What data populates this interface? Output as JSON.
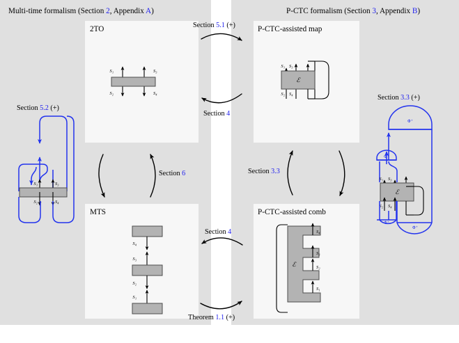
{
  "columns": {
    "left": {
      "title_prefix": "Multi-time formalism (Section ",
      "title_ref1": "2",
      "title_mid": ", Appendix ",
      "title_ref2": "A",
      "title_suffix": ")"
    },
    "right": {
      "title_prefix": "P-CTC formalism (Section ",
      "title_ref1": "3",
      "title_mid": ", Appendix ",
      "title_ref2": "B",
      "title_suffix": ")"
    }
  },
  "panels": {
    "two_to": {
      "label": "2TO"
    },
    "mts": {
      "label": "MTS"
    },
    "pctc_map": {
      "label": "P-CTC-assisted map"
    },
    "pctc_comb": {
      "label": "P-CTC-assisted comb"
    }
  },
  "annotations": {
    "section_52": {
      "prefix": "Section ",
      "ref": "5.2",
      "suffix": " (+)"
    },
    "section_33_plus": {
      "prefix": "Section ",
      "ref": "3.3",
      "suffix": " (+)"
    }
  },
  "arrows": {
    "top_rightward": {
      "prefix": "Section ",
      "ref": "5.1",
      "suffix": " (+)"
    },
    "top_leftward": {
      "prefix": "Section ",
      "ref": "4",
      "suffix": ""
    },
    "left_vertical": {
      "prefix": "Section ",
      "ref": "6",
      "suffix": ""
    },
    "right_vertical": {
      "prefix": "Section ",
      "ref": "3.3",
      "suffix": ""
    },
    "bottom_leftward": {
      "prefix": "Section ",
      "ref": "4",
      "suffix": ""
    },
    "bottom_rightward": {
      "prefix": "Theorem ",
      "ref": "1.1",
      "suffix": " (+)"
    }
  },
  "wire_labels": {
    "s1": "S₁",
    "s2": "S₂",
    "s3": "S₃",
    "s4": "S₄"
  },
  "symbols": {
    "channel": "ℰ",
    "bell": "Φ⁺"
  },
  "colors": {
    "page_background": "#ffffff",
    "column_background": "#e0e0e0",
    "panel_background": "#f7f7f7",
    "box_fill": "#b3b3b3",
    "box_stroke": "#4d4d4d",
    "reference_blue": "#2222ee",
    "wire_blue": "#2233ee",
    "wire_black": "#000000"
  }
}
